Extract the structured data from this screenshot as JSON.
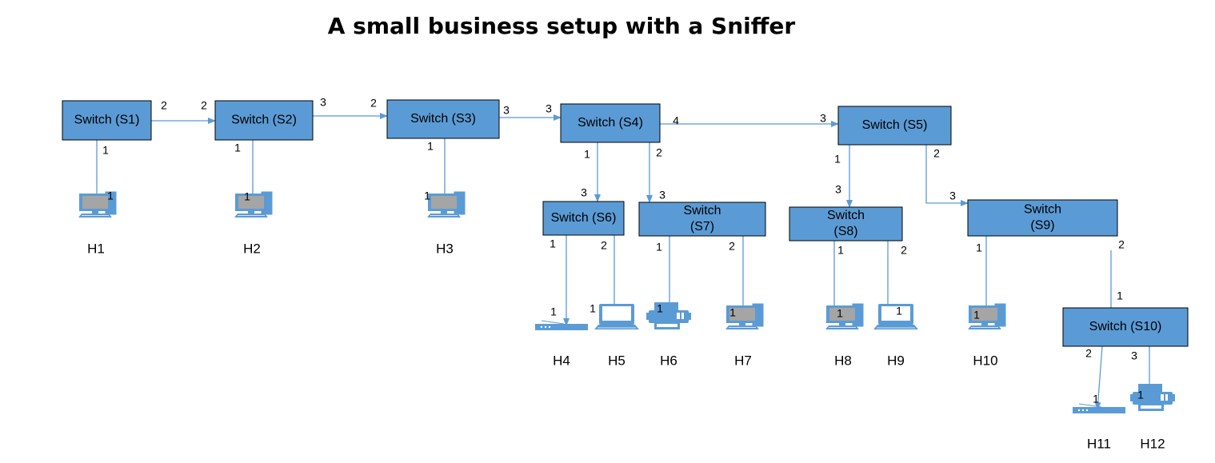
{
  "title": "A small business setup with a Sniffer",
  "colors": {
    "switch_fill": "#5b9bd5",
    "link": "#5b9bd5",
    "device": "#5b9bd5"
  },
  "switches": [
    {
      "id": "S1",
      "lines": [
        "Switch (S1)"
      ]
    },
    {
      "id": "S2",
      "lines": [
        "Switch (S2)"
      ]
    },
    {
      "id": "S3",
      "lines": [
        "Switch (S3)"
      ]
    },
    {
      "id": "S4",
      "lines": [
        "Switch (S4)"
      ]
    },
    {
      "id": "S5",
      "lines": [
        "Switch (S5)"
      ]
    },
    {
      "id": "S6",
      "lines": [
        "Switch (S6)"
      ]
    },
    {
      "id": "S7",
      "lines": [
        "Switch",
        "(S7)"
      ]
    },
    {
      "id": "S8",
      "lines": [
        "Switch",
        "(S8)"
      ]
    },
    {
      "id": "S9",
      "lines": [
        "Switch",
        "(S9)"
      ]
    },
    {
      "id": "S10",
      "lines": [
        "Switch (S10)"
      ]
    }
  ],
  "hosts": [
    {
      "id": "H1",
      "label": "H1",
      "icon": "desktop-computer-icon"
    },
    {
      "id": "H2",
      "label": "H2",
      "icon": "desktop-computer-icon"
    },
    {
      "id": "H3",
      "label": "H3",
      "icon": "desktop-computer-icon"
    },
    {
      "id": "H4",
      "label": "H4",
      "icon": "router-icon"
    },
    {
      "id": "H5",
      "label": "H5",
      "icon": "laptop-icon"
    },
    {
      "id": "H6",
      "label": "H6",
      "icon": "printer-icon"
    },
    {
      "id": "H7",
      "label": "H7",
      "icon": "desktop-computer-icon"
    },
    {
      "id": "H8",
      "label": "H8",
      "icon": "desktop-computer-icon"
    },
    {
      "id": "H9",
      "label": "H9",
      "icon": "laptop-icon"
    },
    {
      "id": "H10",
      "label": "H10",
      "icon": "desktop-computer-icon"
    },
    {
      "id": "H11",
      "label": "H11",
      "icon": "router-icon"
    },
    {
      "id": "H12",
      "label": "H12",
      "icon": "printer-icon"
    }
  ],
  "links": [
    {
      "from": "S1",
      "to": "S2",
      "from_port": "2",
      "to_port": "2"
    },
    {
      "from": "S2",
      "to": "S3",
      "from_port": "3",
      "to_port": "2"
    },
    {
      "from": "S3",
      "to": "S4",
      "from_port": "3",
      "to_port": "3"
    },
    {
      "from": "S4",
      "to": "S5",
      "from_port": "4",
      "to_port": "3"
    },
    {
      "from": "S1",
      "to": "H1",
      "from_port": "1",
      "to_port": "1"
    },
    {
      "from": "S2",
      "to": "H2",
      "from_port": "1",
      "to_port": "1"
    },
    {
      "from": "S3",
      "to": "H3",
      "from_port": "1",
      "to_port": "1"
    },
    {
      "from": "S4",
      "to": "S6",
      "from_port": "1",
      "to_port": "3"
    },
    {
      "from": "S4",
      "to": "S7",
      "from_port": "2",
      "to_port": "3"
    },
    {
      "from": "S5",
      "to": "S8",
      "from_port": "1",
      "to_port": "3"
    },
    {
      "from": "S5",
      "to": "S9",
      "from_port": "2",
      "to_port": "3"
    },
    {
      "from": "S6",
      "to": "H4",
      "from_port": "1",
      "to_port": "1"
    },
    {
      "from": "S6",
      "to": "H5",
      "from_port": "2",
      "to_port": "1"
    },
    {
      "from": "S7",
      "to": "H6",
      "from_port": "1",
      "to_port": "1"
    },
    {
      "from": "S7",
      "to": "H7",
      "from_port": "2",
      "to_port": "1"
    },
    {
      "from": "S8",
      "to": "H8",
      "from_port": "1",
      "to_port": "1"
    },
    {
      "from": "S8",
      "to": "H9",
      "from_port": "2",
      "to_port": "1"
    },
    {
      "from": "S9",
      "to": "H10",
      "from_port": "1",
      "to_port": "1"
    },
    {
      "from": "S9",
      "to": "S10",
      "from_port": "2",
      "to_port": "1"
    },
    {
      "from": "S10",
      "to": "H11",
      "from_port": "2",
      "to_port": "1"
    },
    {
      "from": "S10",
      "to": "H12",
      "from_port": "3",
      "to_port": "1"
    }
  ]
}
